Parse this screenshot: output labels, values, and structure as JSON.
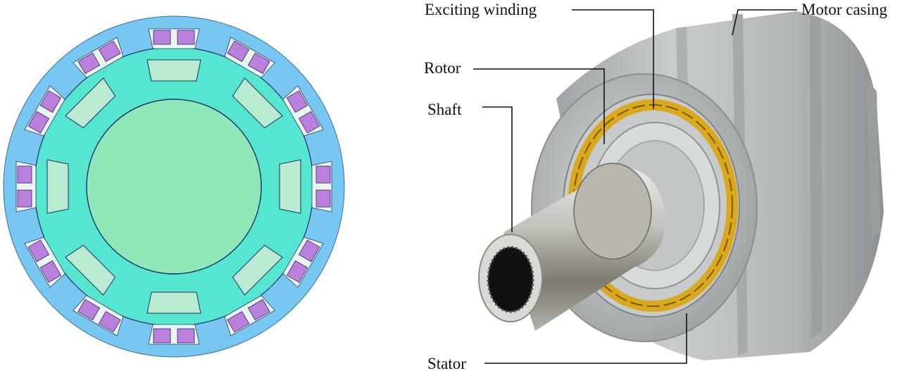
{
  "labels": {
    "exciting_winding": "Exciting winding",
    "motor_casing": "Motor casing",
    "rotor": "Rotor",
    "shaft": "Shaft",
    "stator": "Stator"
  },
  "colors": {
    "casing_blue": "#78c7f3",
    "stator_cyan": "#55e6d0",
    "rotor_green": "#8fe8b8",
    "pole_shoe": "#b8ebcf",
    "slot_white": "#e8f6f0",
    "coil_purple": "#b980dd",
    "winding_gold": "#d9a81c",
    "metal_gray": "#b9bcbd"
  },
  "icons": {
    "cross_section": "motor-cross-section-icon",
    "rendering": "motor-3d-rendering-icon"
  }
}
